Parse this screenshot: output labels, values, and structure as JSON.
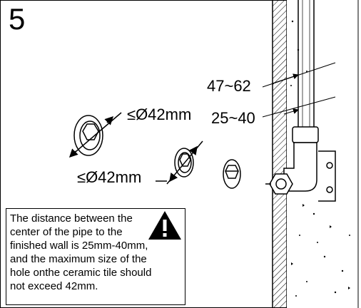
{
  "step": "5",
  "dimensions": {
    "wall_to_pipe_a": "47~62",
    "wall_to_pipe_b": "25~40",
    "escutcheon_max": "≤Ø42mm",
    "tile_hole_max": "≤Ø42mm"
  },
  "note": {
    "text": "The distance between the\ncenter of the pipe to the\nfinished wall is 25mm-40mm,\nand the maximum size of the\nhole onthe ceramic tile should\nnot exceed 42mm."
  },
  "icons": {
    "warning": "warning-triangle-icon",
    "warning_color": "#000000"
  }
}
